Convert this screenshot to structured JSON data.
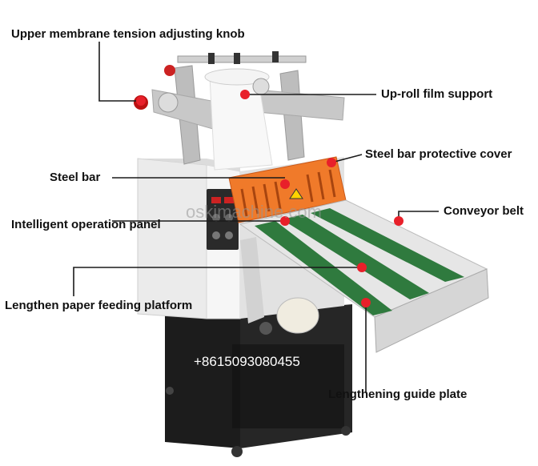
{
  "labels": {
    "tension_knob": "Upper membrane tension adjusting knob",
    "film_support": "Up-roll film support",
    "protective_cover": "Steel bar protective cover",
    "steel_bar": "Steel bar",
    "operation_panel": "Intelligent operation panel",
    "conveyor_belt": "Conveyor belt",
    "feeding_platform": "Lengthen paper feeding platform",
    "guide_plate": "Lengthening guide plate"
  },
  "watermark": "oskimachine.com",
  "phone": "+8615093080455",
  "colors": {
    "marker": "#e8202a",
    "cover_orange": "#f07a2a",
    "belt_green": "#2f7a3e",
    "cabinet_black": "#1c1c1c"
  }
}
